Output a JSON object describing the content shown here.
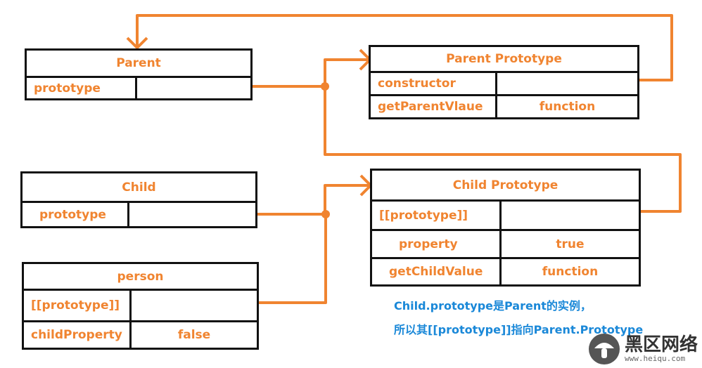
{
  "boxes": {
    "parent": {
      "title": "Parent",
      "rows": [
        {
          "key": "prototype",
          "value": ""
        }
      ]
    },
    "parent_prototype": {
      "title": "Parent Prototype",
      "rows": [
        {
          "key": "constructor",
          "value": ""
        },
        {
          "key": "getParentVlaue",
          "value": "function"
        }
      ]
    },
    "child": {
      "title": "Child",
      "rows": [
        {
          "key": "prototype",
          "value": ""
        }
      ]
    },
    "child_prototype": {
      "title": "Child Prototype",
      "rows": [
        {
          "key": "[[prototype]]",
          "value": ""
        },
        {
          "key": "property",
          "value": "true"
        },
        {
          "key": "getChildValue",
          "value": "function"
        }
      ]
    },
    "person": {
      "title": "person",
      "rows": [
        {
          "key": "[[prototype]]",
          "value": ""
        },
        {
          "key": "childProperty",
          "value": "false"
        }
      ]
    }
  },
  "note": {
    "line1": "Child.prototype是Parent的实例，",
    "line2": "所以其[[prototype]]指向Parent.Prototype"
  },
  "watermark": {
    "logo_text": "黑区网络",
    "url": "www.heiqu.com"
  },
  "colors": {
    "arrow": "#f08430",
    "text_orange": "#f08430",
    "note_blue": "#1a88d8",
    "border": "#111111"
  }
}
